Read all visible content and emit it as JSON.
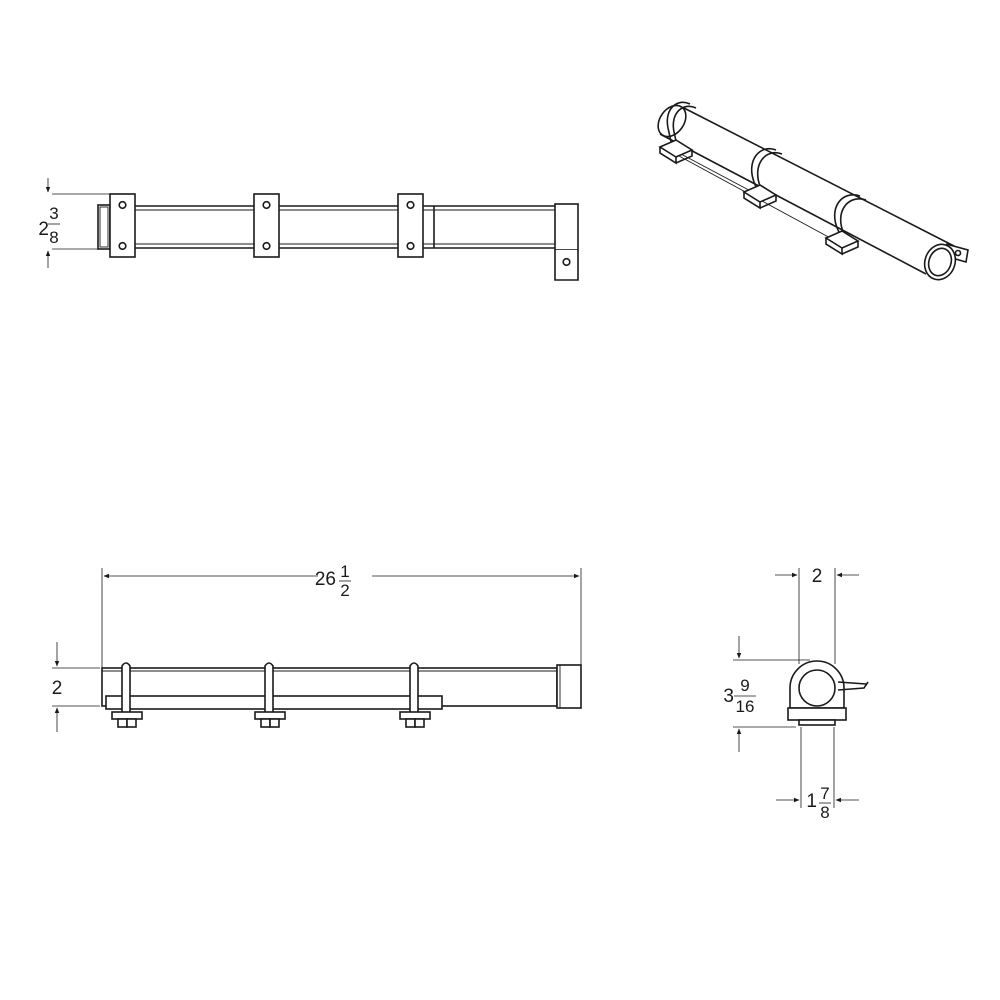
{
  "dimensions": {
    "front_height": {
      "whole": "2",
      "num": "3",
      "den": "8"
    },
    "overall_length": {
      "whole": "26",
      "num": "1",
      "den": "2"
    },
    "side_height": {
      "whole": "2",
      "num": "",
      "den": ""
    },
    "end_width": {
      "whole": "2",
      "num": "",
      "den": ""
    },
    "end_height": {
      "whole": "3",
      "num": "9",
      "den": "16"
    },
    "end_base": {
      "whole": "1",
      "num": "7",
      "den": "8"
    }
  },
  "colors": {
    "line": "#1a1a1a",
    "background": "#ffffff"
  }
}
